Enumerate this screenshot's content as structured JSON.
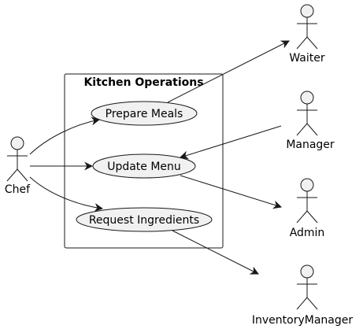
{
  "system": {
    "title": "Kitchen Operations"
  },
  "actors": {
    "chef": "Chef",
    "waiter": "Waiter",
    "manager": "Manager",
    "admin": "Admin",
    "inventory_manager": "InventoryManager"
  },
  "use_cases": {
    "prepare_meals": "Prepare Meals",
    "update_menu": "Update Menu",
    "request_ingredients": "Request Ingredients"
  },
  "colors": {
    "actor_fill": "#F1F1F1",
    "usecase_fill": "#F1F1F1",
    "line": "#181818",
    "background": "#FFFFFF"
  }
}
